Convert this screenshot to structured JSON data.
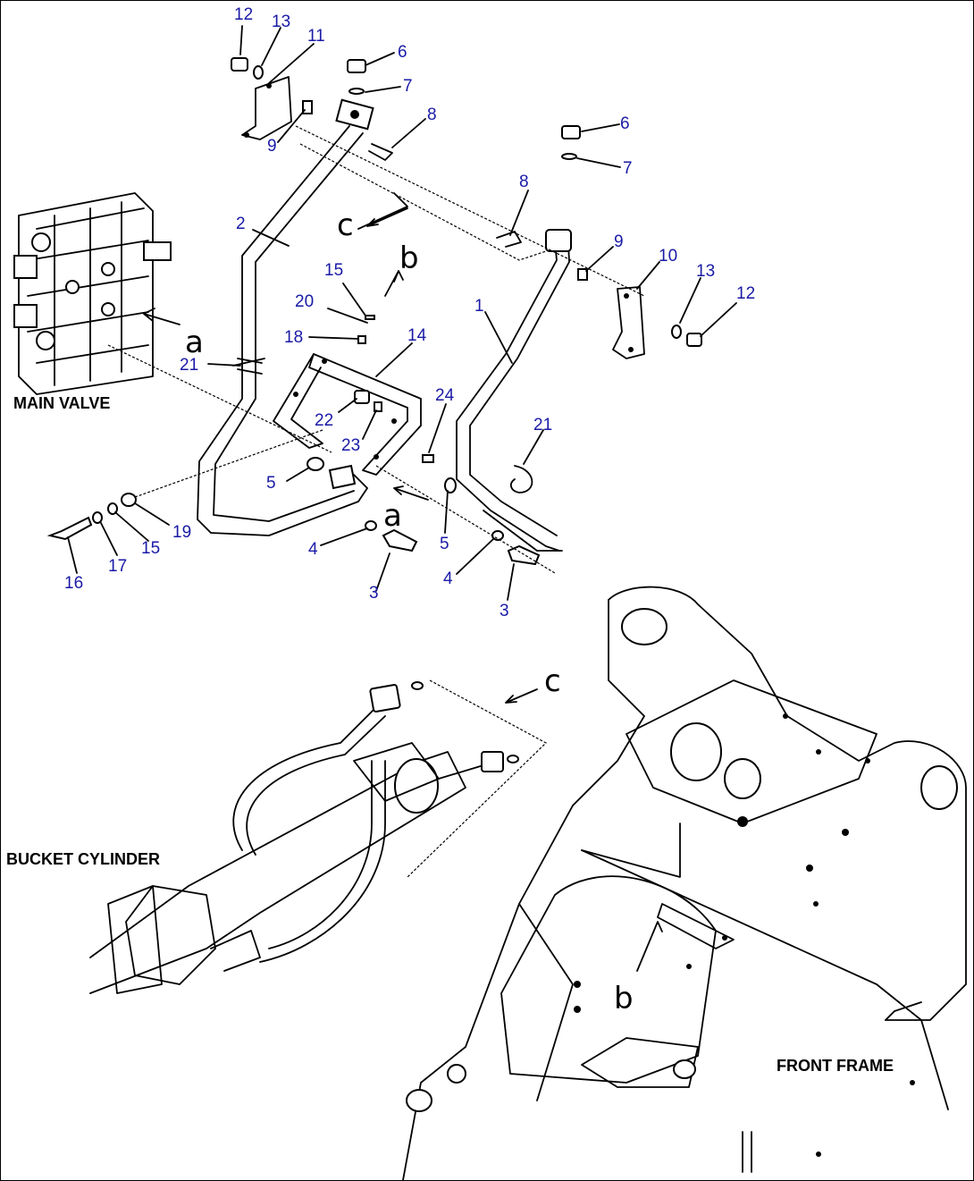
{
  "components": {
    "main_valve": "MAIN VALVE",
    "bucket_cylinder": "BUCKET CYLINDER",
    "front_frame": "FRONT FRAME"
  },
  "connection_letters": {
    "a_left": "a",
    "a_lower": "a",
    "b_upper": "b",
    "b_lower": "b",
    "c_upper": "c",
    "c_lower": "c"
  },
  "callouts": {
    "c12a": "12",
    "c13a": "13",
    "c11": "11",
    "c6a": "6",
    "c7a": "7",
    "c8a": "8",
    "c9a": "9",
    "c6b": "6",
    "c7b": "7",
    "c8b": "8",
    "c9b": "9",
    "c10": "10",
    "c13b": "13",
    "c12b": "12",
    "c2": "2",
    "c1": "1",
    "c15a": "15",
    "c20": "20",
    "c18": "18",
    "c14": "14",
    "c21a": "21",
    "c21b": "21",
    "c22": "22",
    "c23": "23",
    "c24": "24",
    "c5a": "5",
    "c5b": "5",
    "c19": "19",
    "c15b": "15",
    "c17": "17",
    "c16": "16",
    "c4a": "4",
    "c4b": "4",
    "c3a": "3",
    "c3b": "3"
  }
}
